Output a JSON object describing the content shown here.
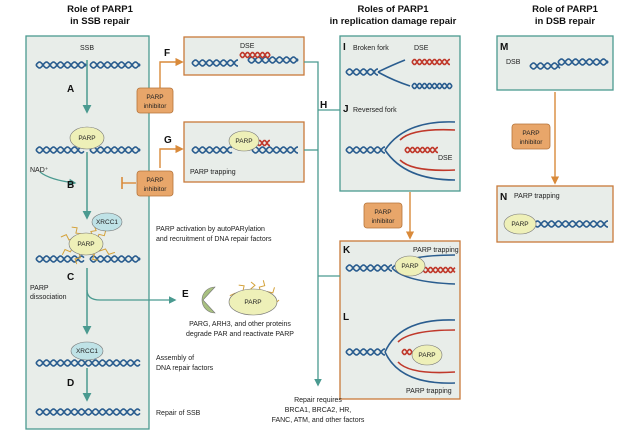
{
  "headers": {
    "ssb": [
      "Role of PARP1",
      "in SSB repair"
    ],
    "replication": [
      "Roles of PARP1",
      "in replication damage repair"
    ],
    "dsb": [
      "Role of PARP1",
      "in DSB repair"
    ]
  },
  "letters": [
    "A",
    "B",
    "C",
    "D",
    "E",
    "F",
    "G",
    "H",
    "I",
    "J",
    "K",
    "L",
    "M",
    "N"
  ],
  "ssb_panel": {
    "ssb": "SSB",
    "nad": "NAD⁺",
    "parp_dissociation": [
      "PARP",
      "dissociation"
    ],
    "activation": [
      "PARP activation by autoPARylation",
      "and recruitment of DNA repair factors"
    ],
    "assembly": [
      "Assembly of",
      "DNA repair factors"
    ],
    "repair": "Repair of SSB"
  },
  "protein_labels": {
    "parp": "PARP",
    "xrcc1": "XRCC1"
  },
  "inhibitor_label": [
    "PARP",
    "inhibitor"
  ],
  "dse": "DSE",
  "trapping": "PARP trapping",
  "parg_text": [
    "PARG, ARH3, and other proteins",
    "degrade PAR and reactivate PARP"
  ],
  "broken_fork": "Broken fork",
  "reversed_fork": "Reversed fork",
  "dsb_label": "DSB",
  "repair_requires": [
    "Repair requires",
    "BRCA1, BRCA2, HR,",
    "FANC, ATM, and other factors"
  ],
  "colors": {
    "panel_fill": "#e8ede9",
    "panel_border": "#4a9a90",
    "dsb_border": "#c87a3a",
    "dna_blue": "#2a5d8f",
    "dna_red": "#c0392b",
    "parp_fill": "#eef0b8",
    "xrcc1_fill": "#bfe2e6",
    "inhibitor_fill": "#e8a66a",
    "arrow_teal": "#4a9a90",
    "arrow_orange": "#d98a3a",
    "par_chain": "#d4a23a"
  }
}
